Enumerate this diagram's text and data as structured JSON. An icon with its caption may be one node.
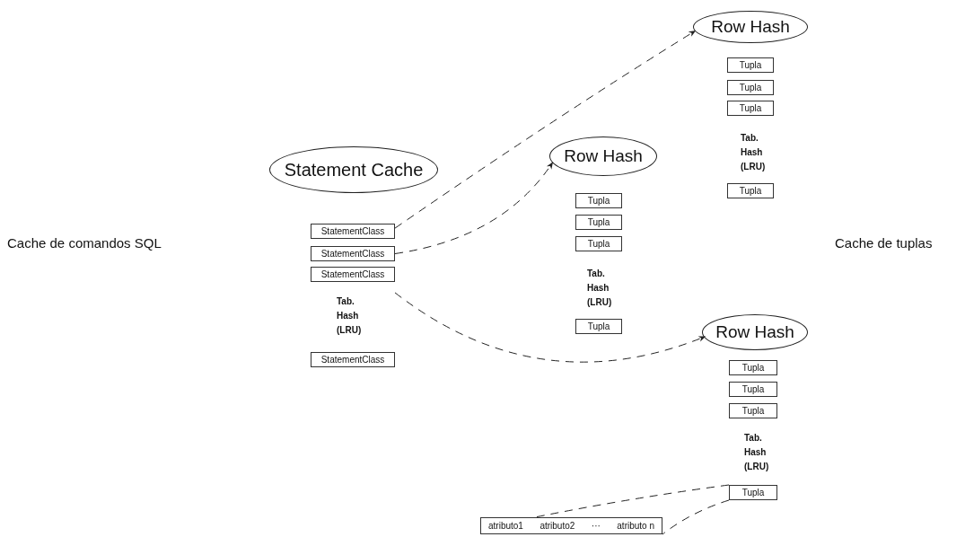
{
  "diagram": {
    "nodes": [
      {
        "text": [
          "Statement Cache"
        ]
      },
      {
        "text": [
          "StatementClass"
        ]
      },
      {
        "text": [
          "StatementClass"
        ]
      },
      {
        "text": [
          "StatementClass"
        ]
      },
      {
        "text": [
          "StatementClass"
        ]
      },
      {
        "text": [
          "Row Hash"
        ]
      },
      {
        "text": [
          "Tupla"
        ]
      },
      {
        "text": [
          "Tupla"
        ]
      },
      {
        "text": [
          "Tupla"
        ]
      },
      {
        "text": [
          "Tupla"
        ]
      },
      {
        "text": [
          "Row Hash"
        ]
      },
      {
        "text": [
          "Tupla"
        ]
      },
      {
        "text": [
          "Tupla"
        ]
      },
      {
        "text": [
          "Tupla"
        ]
      },
      {
        "text": [
          "Tupla"
        ]
      },
      {
        "text": [
          "Row Hash"
        ]
      },
      {
        "text": [
          "Tupla"
        ]
      },
      {
        "text": [
          "Tupla"
        ]
      },
      {
        "text": [
          "Tupla"
        ]
      },
      {
        "text": [
          "Tupla"
        ]
      },
      {
        "text": [
          "atributo1",
          "atributo2",
          "···",
          "atributo n"
        ]
      }
    ],
    "edges": [
      {
        "from": 1,
        "to": 5,
        "arrow": "to",
        "style": "dashed"
      },
      {
        "from": 2,
        "to": 10,
        "arrow": "to",
        "style": "dashed"
      },
      {
        "from": 3,
        "to": 15,
        "arrow": "to",
        "style": "dashed"
      },
      {
        "from": 19,
        "to": 20,
        "arrow": "none",
        "style": "dashed"
      },
      {
        "from": 19,
        "to": 20,
        "arrow": "none",
        "style": "dashed"
      }
    ],
    "labels": [
      "Tab. Hash (LRU)",
      "Tab. Hash (LRU)",
      "Cache de comandos SQL",
      "Cache de tuplas",
      "Tab. Hash (LRU)",
      "Tab. Hash (LRU)"
    ]
  }
}
